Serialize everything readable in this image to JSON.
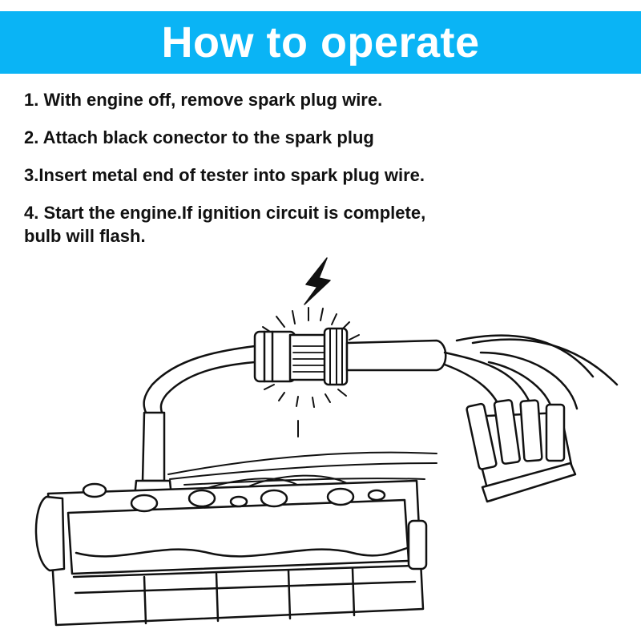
{
  "header": {
    "title": "How to operate",
    "bg_color": "#0ab4f5"
  },
  "steps": [
    {
      "text": "1. With engine off, remove spark plug wire."
    },
    {
      "text": "2. Attach black conector to the spark plug"
    },
    {
      "text": "3.Insert metal end of tester into spark plug wire."
    },
    {
      "text": "4. Start the engine.If ignition circuit is complete,",
      "text2": "bulb will flash."
    }
  ],
  "illustration": {
    "icons": [
      "lightning-bolt-icon",
      "spark-tester-icon",
      "engine-icon",
      "distributor-cap-icon"
    ]
  }
}
